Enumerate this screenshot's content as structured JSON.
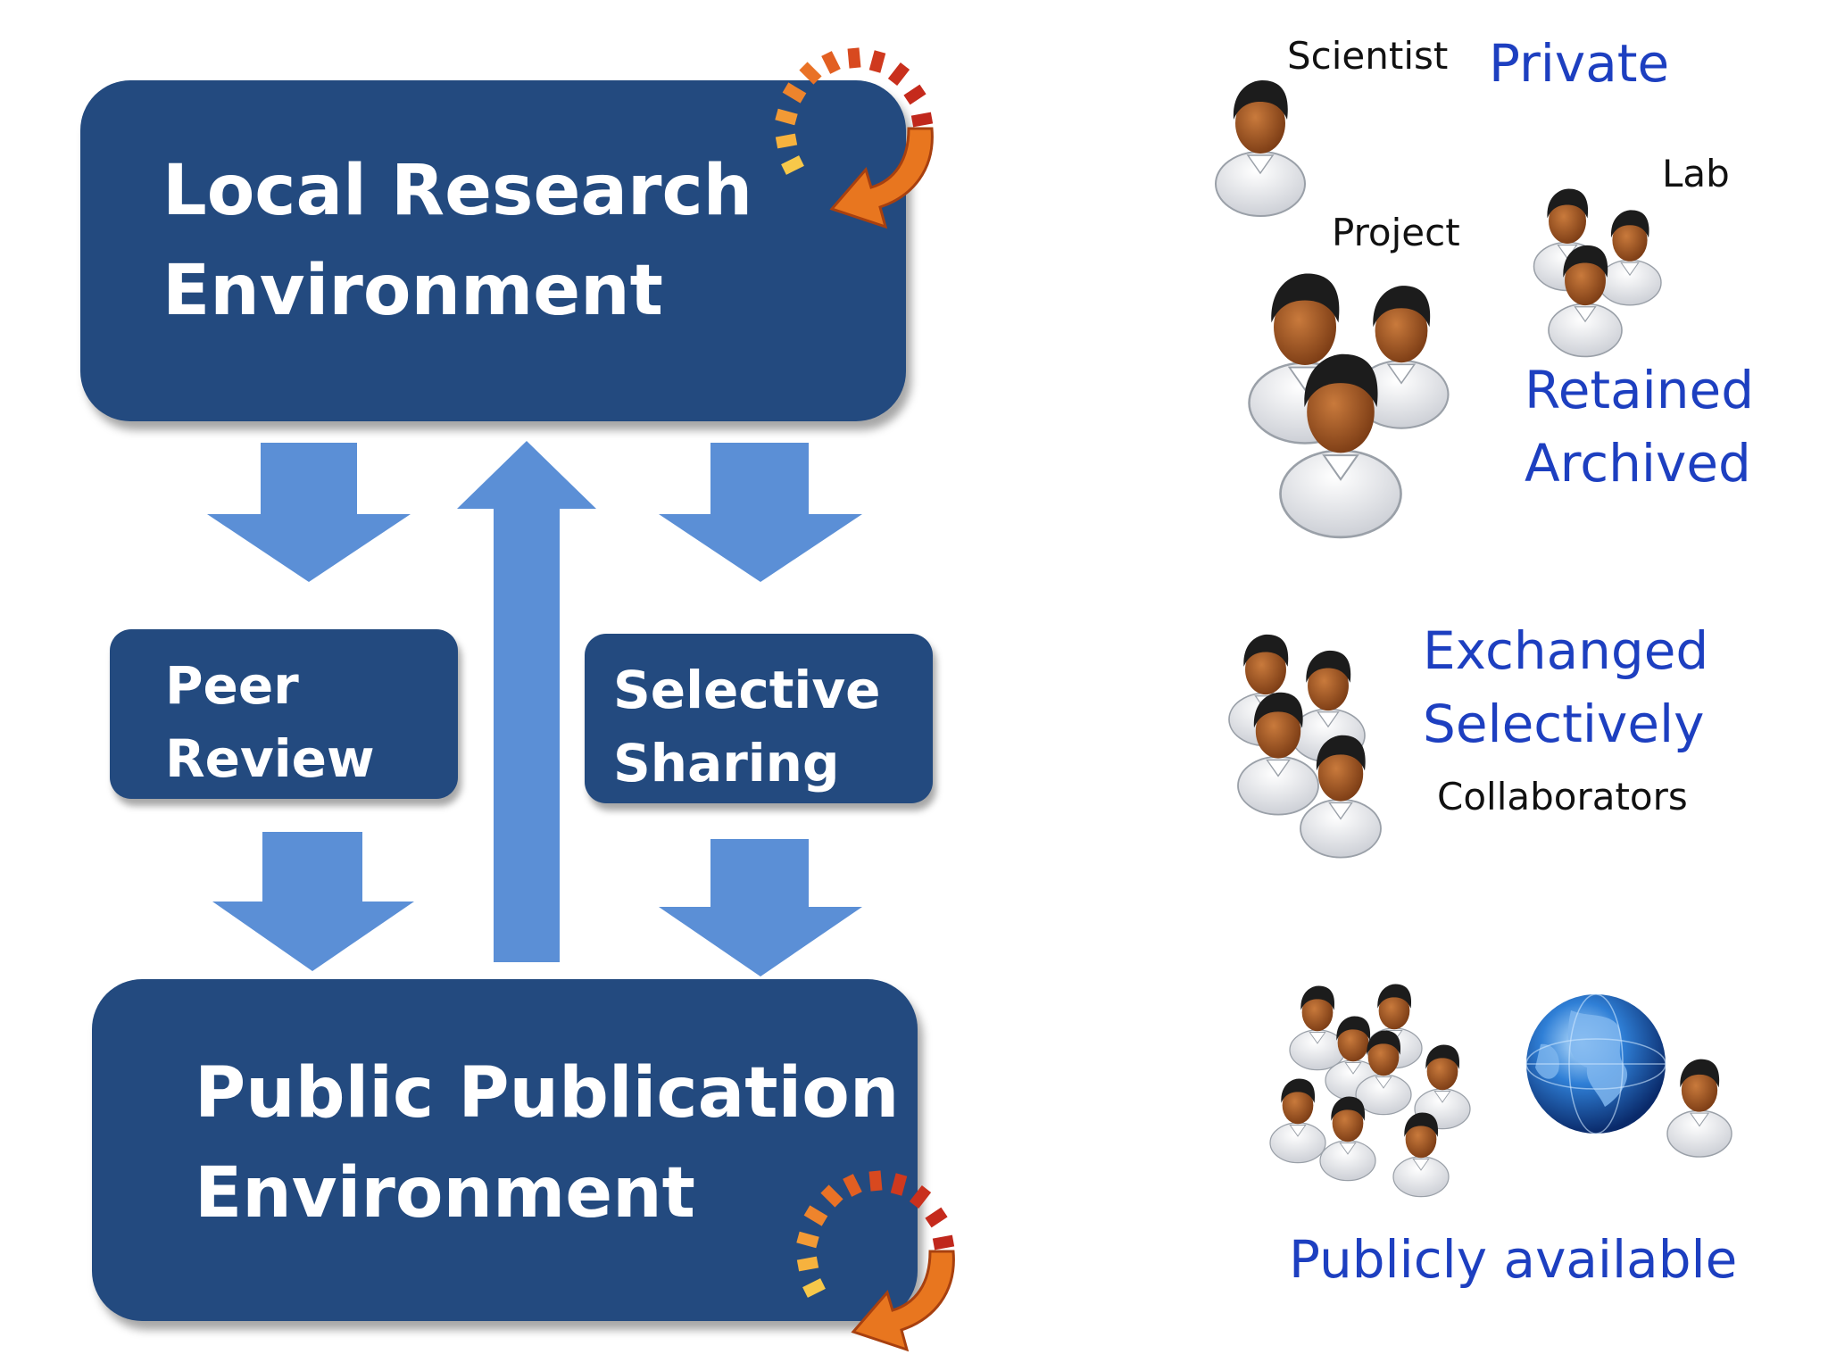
{
  "boxes": {
    "local": {
      "line1": "Local Research",
      "line2": "Environment"
    },
    "public": {
      "line1": "Public Publication",
      "line2": "Environment"
    },
    "peer": {
      "line1": "Peer",
      "line2": "Review"
    },
    "selective": {
      "line1": "Selective",
      "line2": "Sharing"
    }
  },
  "people_labels": {
    "scientist": "Scientist",
    "lab": "Lab",
    "project": "Project",
    "collaborators": "Collaborators"
  },
  "status_labels": {
    "private": "Private",
    "retained": "Retained",
    "archived": "Archived",
    "exchanged": "Exchanged",
    "selectively": "Selectively",
    "publicly_available": "Publicly available"
  },
  "colors": {
    "box_fill": "#234a7f",
    "arrow_fill": "#5b8fd6",
    "label_blue": "#1d3fc0",
    "cycle_orange": "#e8761f",
    "cycle_red": "#c9231e"
  }
}
